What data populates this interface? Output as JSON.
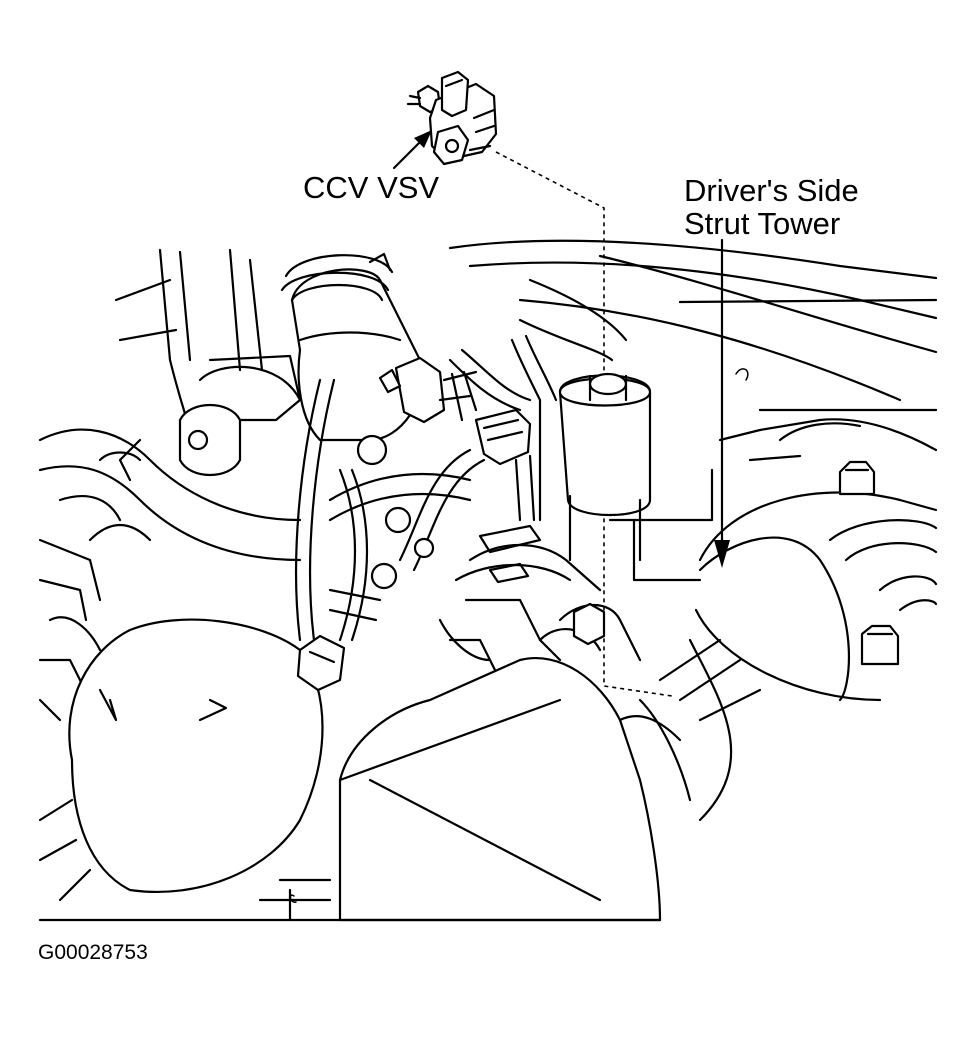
{
  "labels": {
    "ccv_vsv": "CCV VSV",
    "driver_side_line1": "Driver's Side",
    "driver_side_line2": "Strut Tower",
    "figure_id": "G00028753"
  },
  "colors": {
    "line": "#000000",
    "background": "#ffffff"
  }
}
